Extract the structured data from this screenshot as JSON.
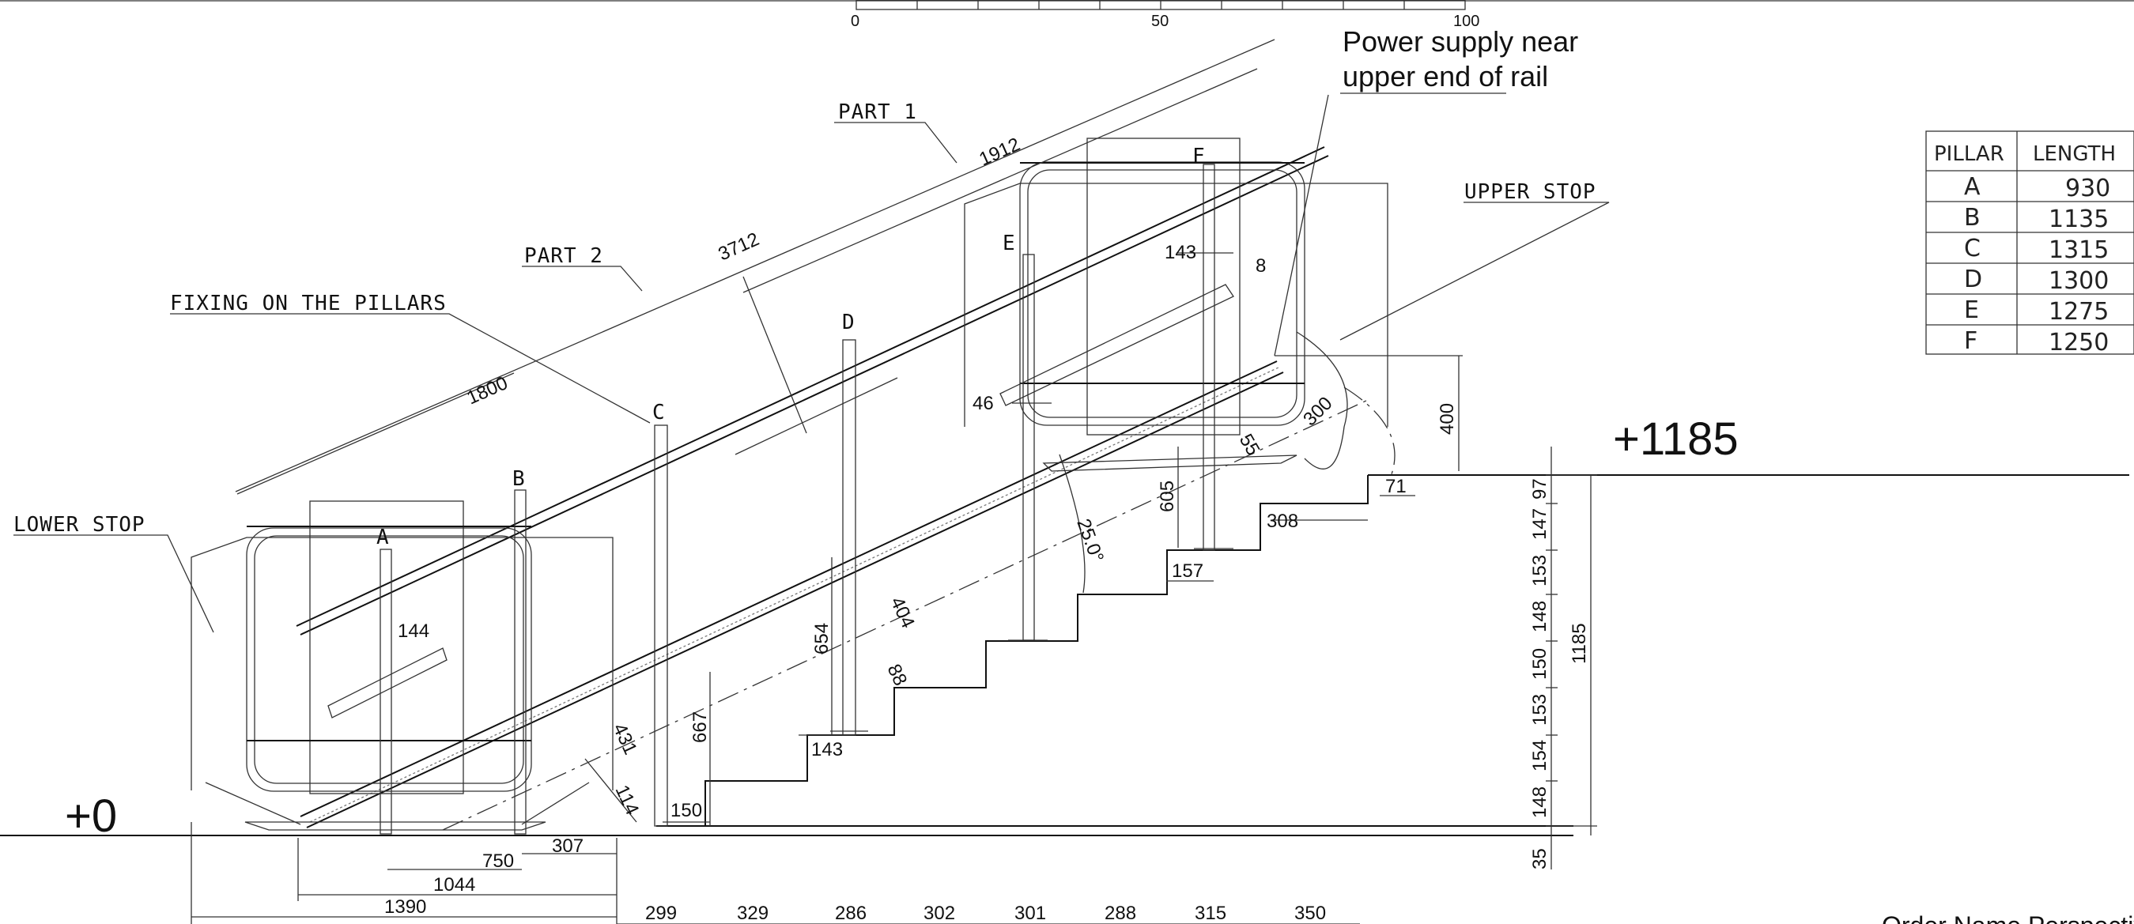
{
  "scale": {
    "ticks": [
      "0",
      "50",
      "100"
    ]
  },
  "note": {
    "line1": "Power supply near",
    "line2": "upper end of rail"
  },
  "labels": {
    "part1": "PART 1",
    "part2": "PART 2",
    "fixing": "FIXING ON THE PILLARS",
    "upper_stop": "UPPER STOP",
    "lower_stop": "LOWER STOP",
    "level_top": "+1185",
    "level_zero": "+0",
    "angle": "25.0°"
  },
  "pillars": [
    "A",
    "B",
    "C",
    "D",
    "E",
    "F"
  ],
  "pillar_table": {
    "headers": [
      "PILLAR",
      "LENGTH"
    ],
    "rows": [
      {
        "pillar": "A",
        "length": "930"
      },
      {
        "pillar": "B",
        "length": "1135"
      },
      {
        "pillar": "C",
        "length": "1315"
      },
      {
        "pillar": "D",
        "length": "1300"
      },
      {
        "pillar": "E",
        "length": "1275"
      },
      {
        "pillar": "F",
        "length": "1250"
      }
    ]
  },
  "dimensions": {
    "d3712": "3712",
    "d1912": "1912",
    "d1800": "1800",
    "d143a": "143",
    "d8": "8",
    "d46": "46",
    "d400": "400",
    "d300": "300",
    "d55": "55",
    "d71": "71",
    "d308": "308",
    "d605": "605",
    "d157": "157",
    "d404": "404",
    "d88": "88",
    "d654": "654",
    "d667": "667",
    "d143b": "143",
    "d150": "150",
    "d431": "431",
    "d114": "114",
    "d144": "144",
    "d307": "307",
    "d750": "750",
    "d1044": "1044",
    "d1390": "1390",
    "d1185": "1185"
  },
  "riser_heights": [
    "97",
    "147",
    "153",
    "148",
    "150",
    "153",
    "154",
    "148",
    "35"
  ],
  "bottom_treads": [
    "299",
    "329",
    "286",
    "302",
    "301",
    "288",
    "315",
    "350"
  ],
  "title_block_fragment": "Order Name Perspective"
}
